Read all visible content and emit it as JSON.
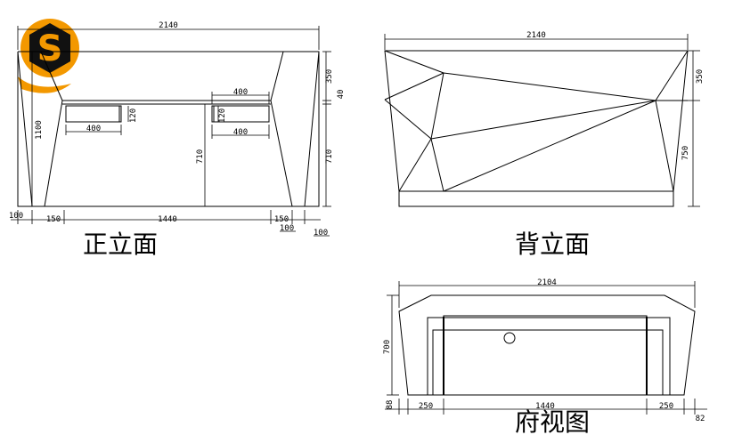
{
  "logo": {
    "letter": "S",
    "color": "#f39800",
    "bg": "#111111"
  },
  "front_view": {
    "title": "正立面",
    "dims": {
      "total_width": "2140",
      "upper_height": "350",
      "offset": "40",
      "lower_height": "710",
      "left_height": "1100",
      "inner_height": "710",
      "drawer_left_width": "400",
      "drawer_right_width": "400",
      "drawer_right_bottom": "400",
      "drawer_left_height": "120",
      "drawer_right_height": "120",
      "seg_left_outer": "100",
      "seg_left_inner": "150",
      "seg_middle": "1440",
      "seg_right_inner": "150",
      "seg_right_outer_a": "100",
      "seg_right_outer_b": "100"
    }
  },
  "back_view": {
    "title": "背立面",
    "dims": {
      "total_width": "2140",
      "upper_height": "350",
      "lower_height": "750"
    }
  },
  "top_view": {
    "title": "府视图",
    "dims": {
      "total_width": "2104",
      "depth": "700",
      "left_small": "88",
      "left_seg": "250",
      "middle_seg": "1440",
      "right_seg": "250",
      "right_small": "82"
    }
  },
  "colors": {
    "line": "#000000",
    "background": "#ffffff"
  }
}
